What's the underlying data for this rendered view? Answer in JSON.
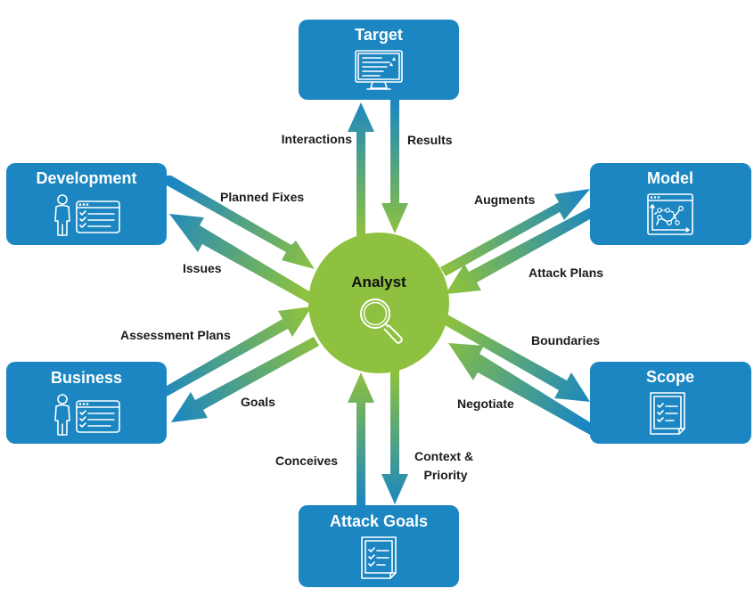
{
  "colors": {
    "box_fill": "#1b86c2",
    "hub_fill": "#8dc13f",
    "arrow_blue": "#1b86c2",
    "arrow_green": "#8dc13f",
    "label_text": "#1a1a1a",
    "box_text": "#ffffff"
  },
  "hub": {
    "title": "Analyst",
    "icon": "magnifying-glass-icon"
  },
  "nodes": [
    {
      "id": "target",
      "title": "Target",
      "icon": "monitor-list-icon"
    },
    {
      "id": "development",
      "title": "Development",
      "icon": "person-checklist-icon"
    },
    {
      "id": "model",
      "title": "Model",
      "icon": "line-chart-window-icon"
    },
    {
      "id": "business",
      "title": "Business",
      "icon": "person-checklist-icon"
    },
    {
      "id": "scope",
      "title": "Scope",
      "icon": "checklist-document-icon"
    },
    {
      "id": "attack_goals",
      "title": "Attack Goals",
      "icon": "checklist-document-icon"
    }
  ],
  "edges": [
    {
      "label": "Interactions",
      "from": "Analyst",
      "to": "Target"
    },
    {
      "label": "Results",
      "from": "Target",
      "to": "Analyst"
    },
    {
      "label": "Planned Fixes",
      "from": "Development",
      "to": "Analyst"
    },
    {
      "label": "Issues",
      "from": "Analyst",
      "to": "Development"
    },
    {
      "label": "Augments",
      "from": "Analyst",
      "to": "Model"
    },
    {
      "label": "Attack Plans",
      "from": "Model",
      "to": "Analyst"
    },
    {
      "label": "Assessment Plans",
      "from": "Business",
      "to": "Analyst"
    },
    {
      "label": "Goals",
      "from": "Analyst",
      "to": "Business"
    },
    {
      "label": "Boundaries",
      "from": "Analyst",
      "to": "Scope"
    },
    {
      "label": "Negotiate",
      "from": "Scope",
      "to": "Analyst"
    },
    {
      "label": "Conceives",
      "from": "Attack Goals",
      "to": "Analyst"
    },
    {
      "label": "Context & Priority",
      "label_lines": [
        "Context &",
        "Priority"
      ],
      "from": "Analyst",
      "to": "Attack Goals"
    }
  ]
}
